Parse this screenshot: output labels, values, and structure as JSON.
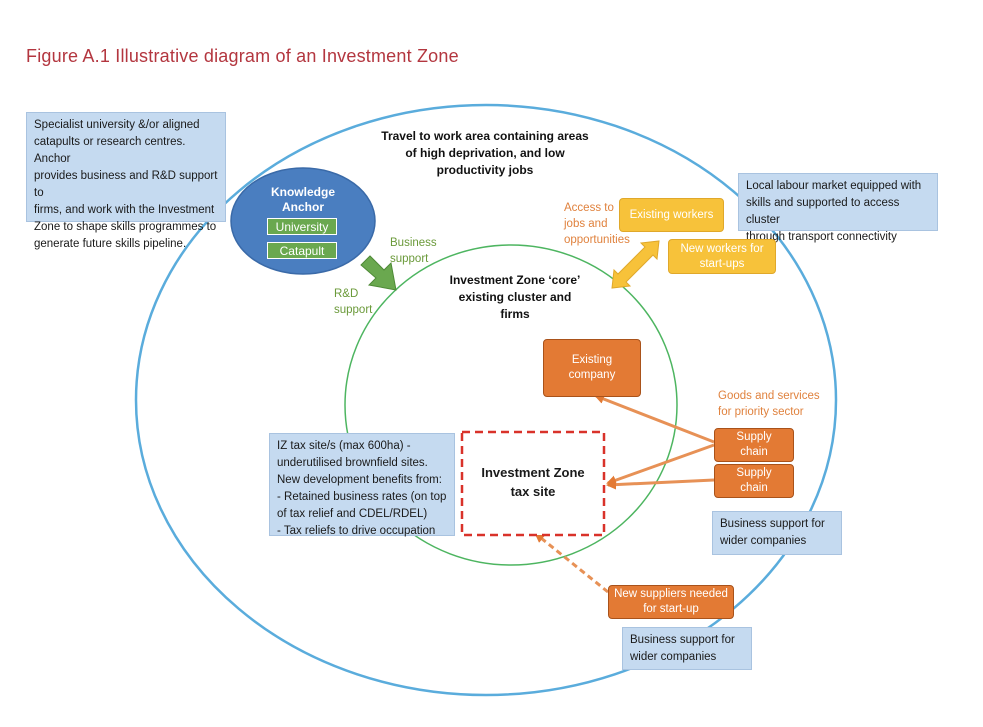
{
  "figure_title": "Figure A.1 Illustrative diagram of an Investment Zone",
  "outer_area_label": "Travel to work area containing areas\nof high deprivation, and low\nproductivity jobs",
  "core_label": "Investment Zone ‘core’\nexisting cluster and\nfirms",
  "anchor": {
    "title": "Knowledge\nAnchor",
    "university": "University",
    "catapult": "Catapult"
  },
  "notes": {
    "anchor_note": "Specialist university &/or aligned\ncatapults or research centres. Anchor\nprovides business and R&D support to\nfirms, and work with the Investment\nZone to shape skills programmes to\ngenerate future skills pipeline.",
    "labour_note": "Local labour market equipped with\nskills and supported to access cluster\nthrough transport connectivity",
    "tax_site_note": "IZ tax site/s (max 600ha) -\nunderutilised brownfield sites.\nNew development benefits from:\n- Retained business rates (on top\nof tax relief and CDEL/RDEL)\n- Tax reliefs to drive occupation",
    "business_support_1": "Business support for\nwider companies",
    "business_support_2": "Business support for\nwider companies"
  },
  "support_labels": {
    "business_support": "Business\nsupport",
    "rd_support": "R&D\nsupport"
  },
  "access_label": "Access to\njobs and\nopportunities",
  "workers": {
    "existing": "Existing workers",
    "new": "New workers for\nstart-ups"
  },
  "existing_company": "Existing\ncompany",
  "goods_services_label": "Goods and services\nfor priority sector",
  "supply_chain_1": "Supply\nchain",
  "supply_chain_2": "Supply\nchain",
  "tax_site_label": "Investment Zone\ntax site",
  "new_suppliers": "New suppliers needed\nfor start-up",
  "colors": {
    "title": "#b3363f",
    "outer_circle": "#5aacdc",
    "core_circle": "#4db560",
    "anchor_fill": "#4a7ec0",
    "orange": "#e37a34",
    "yellow": "#f7c23a",
    "note_fill": "#c5daf0",
    "tax_border": "#d9322a",
    "green_arrow": "#6aa84f"
  }
}
